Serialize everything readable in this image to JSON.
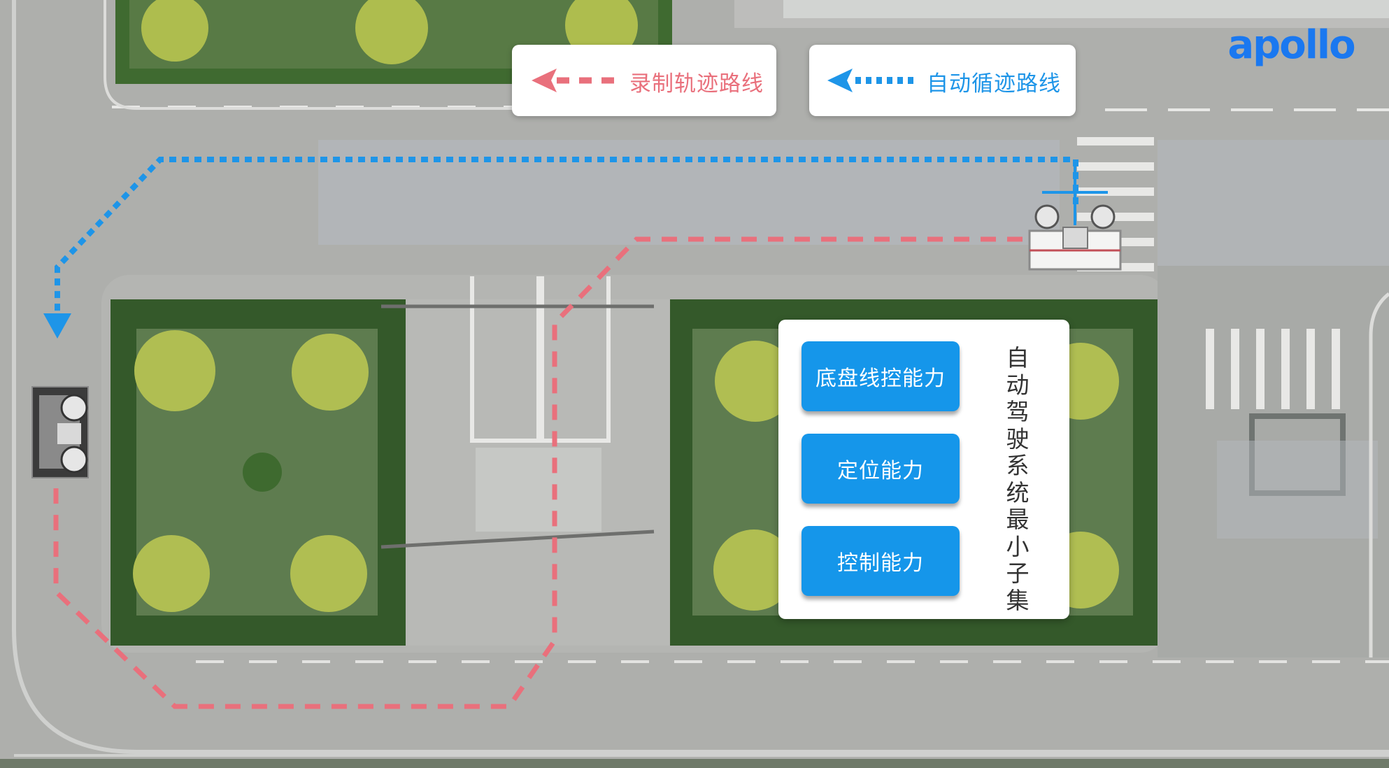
{
  "legend": {
    "recorded_path": {
      "label": "录制轨迹路线",
      "color": "#e9707c"
    },
    "auto_follow_path": {
      "label": "自动循迹路线",
      "color": "#1e95e8"
    }
  },
  "capabilities_panel": {
    "title": "自动驾驶系统最小子集",
    "items": [
      {
        "label": "底盘线控能力"
      },
      {
        "label": "定位能力"
      },
      {
        "label": "控制能力"
      }
    ],
    "button_color": "#1596ea"
  },
  "logo": {
    "text": "apollo",
    "color": "#1a78f0"
  },
  "icons": [
    "left-arrow-icon",
    "down-arrow-icon",
    "vehicle-icon"
  ]
}
